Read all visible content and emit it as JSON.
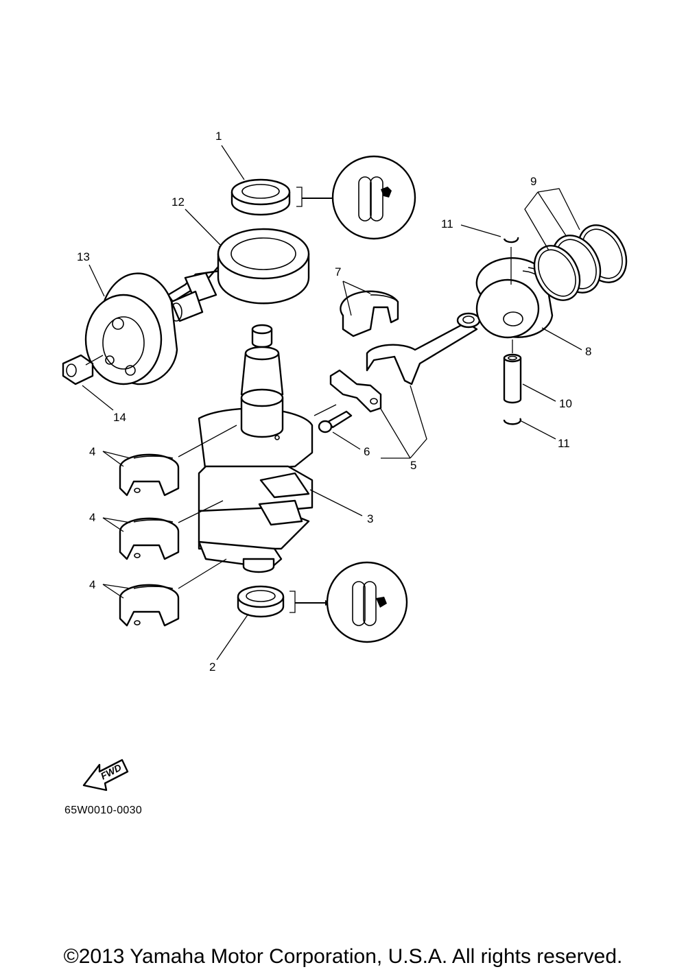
{
  "callouts": {
    "c1": "1",
    "c2": "2",
    "c3": "3",
    "c4a": "4",
    "c4b": "4",
    "c4c": "4",
    "c5": "5",
    "c6": "6",
    "c7": "7",
    "c8": "8",
    "c9": "9",
    "c10": "10",
    "c11a": "11",
    "c11b": "11",
    "c12": "12",
    "c13": "13",
    "c14": "14"
  },
  "fwd_label": "FWD",
  "diagram_code": "65W0010-0030",
  "copyright": "©2013 Yamaha Motor Corporation, U.S.A. All rights reserved."
}
